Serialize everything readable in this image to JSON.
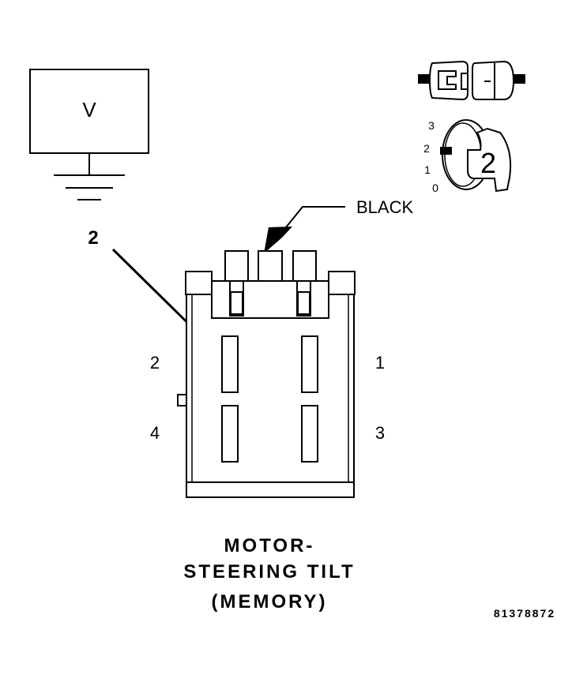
{
  "meter": {
    "label": "V"
  },
  "probe": {
    "label": "2"
  },
  "wire": {
    "color_label": "BLACK"
  },
  "pins": {
    "p1": "1",
    "p2": "2",
    "p3": "3",
    "p4": "4"
  },
  "selector": {
    "ticks": [
      "3",
      "2",
      "1",
      "0"
    ],
    "value": "2"
  },
  "title": {
    "line1": "MOTOR-",
    "line2": "STEERING TILT",
    "line3": "(MEMORY)"
  },
  "figure_id": "81378872"
}
